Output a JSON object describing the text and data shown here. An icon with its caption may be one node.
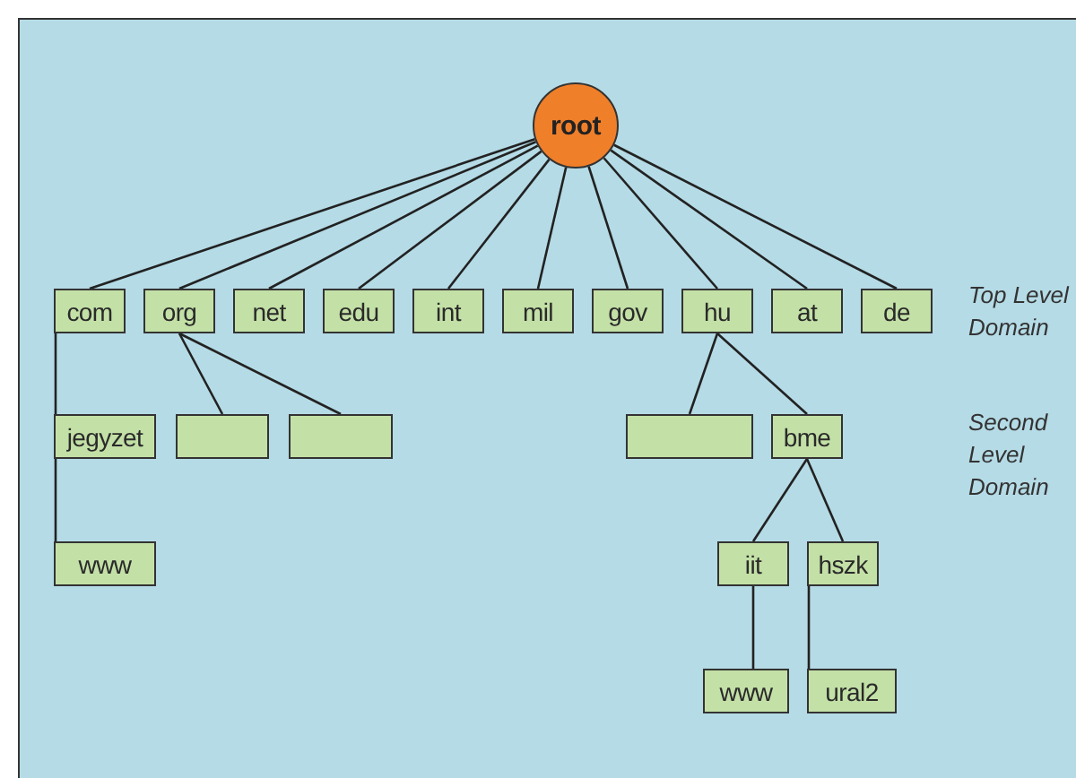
{
  "diagram": {
    "nodes": [
      {
        "text": [
          "root"
        ]
      },
      {
        "text": [
          "com"
        ]
      },
      {
        "text": [
          "org"
        ]
      },
      {
        "text": [
          "net"
        ]
      },
      {
        "text": [
          "edu"
        ]
      },
      {
        "text": [
          "int"
        ]
      },
      {
        "text": [
          "mil"
        ]
      },
      {
        "text": [
          "gov"
        ]
      },
      {
        "text": [
          "hu"
        ]
      },
      {
        "text": [
          "at"
        ]
      },
      {
        "text": [
          "de"
        ]
      },
      {
        "text": [
          "jegyzet"
        ]
      },
      {
        "text": [],
        "shape": "box"
      },
      {
        "text": [],
        "shape": "box"
      },
      {
        "text": [],
        "shape": "box"
      },
      {
        "text": [
          "bme"
        ]
      },
      {
        "text": [
          "www"
        ]
      },
      {
        "text": [
          "iit"
        ]
      },
      {
        "text": [
          "hszk"
        ]
      },
      {
        "text": [
          "www"
        ]
      },
      {
        "text": [
          "ural2"
        ]
      }
    ],
    "edges": [
      {
        "from": 0,
        "to": 1,
        "arrow": "none"
      },
      {
        "from": 0,
        "to": 2,
        "arrow": "none"
      },
      {
        "from": 0,
        "to": 3,
        "arrow": "none"
      },
      {
        "from": 0,
        "to": 4,
        "arrow": "none"
      },
      {
        "from": 0,
        "to": 5,
        "arrow": "none"
      },
      {
        "from": 0,
        "to": 6,
        "arrow": "none"
      },
      {
        "from": 0,
        "to": 7,
        "arrow": "none"
      },
      {
        "from": 0,
        "to": 8,
        "arrow": "none"
      },
      {
        "from": 0,
        "to": 9,
        "arrow": "none"
      },
      {
        "from": 0,
        "to": 10,
        "arrow": "none"
      },
      {
        "from": 1,
        "to": 11,
        "arrow": "none"
      },
      {
        "from": 11,
        "to": 16,
        "arrow": "none"
      },
      {
        "from": 2,
        "to": 12,
        "arrow": "none"
      },
      {
        "from": 2,
        "to": 13,
        "arrow": "none"
      },
      {
        "from": 8,
        "to": 14,
        "arrow": "none"
      },
      {
        "from": 8,
        "to": 15,
        "arrow": "none"
      },
      {
        "from": 15,
        "to": 17,
        "arrow": "none"
      },
      {
        "from": 15,
        "to": 18,
        "arrow": "none"
      },
      {
        "from": 17,
        "to": 19,
        "arrow": "none"
      },
      {
        "from": 18,
        "to": 20,
        "arrow": "none"
      }
    ],
    "labels": [
      "Top Level Domain",
      "Second Level Domain"
    ]
  }
}
